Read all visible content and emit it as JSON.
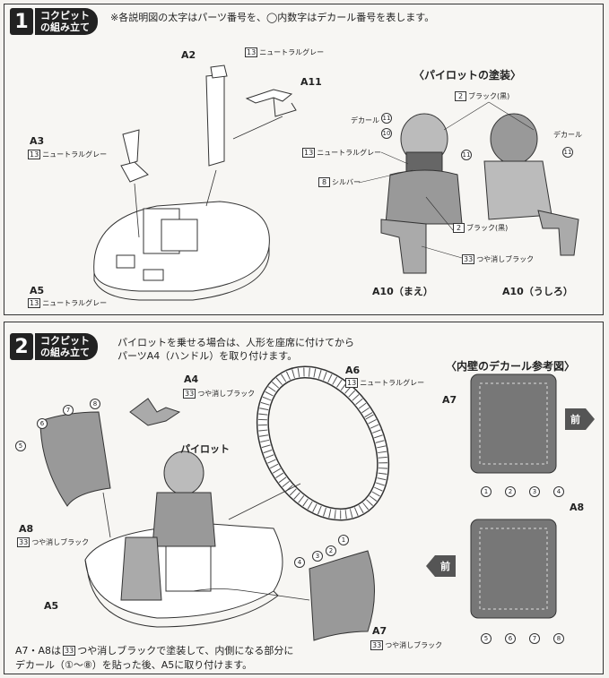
{
  "step1": {
    "number": "1",
    "title": "コクピットの組み立て",
    "note": "※各説明図の太字はパーツ番号を、◯内数字はデカール番号を表します。",
    "parts": {
      "a2": "A2",
      "a11": "A11",
      "a3": "A3",
      "a5": "A5",
      "a10_front": "A10（まえ）",
      "a10_back": "A10（うしろ）"
    },
    "paint_a2": {
      "num": "13",
      "name": "ニュートラルグレー"
    },
    "paint_a3": {
      "num": "13",
      "name": "ニュートラルグレー"
    },
    "paint_a5": {
      "num": "13",
      "name": "ニュートラルグレー"
    },
    "pilot_title": "〈パイロットの塗装〉",
    "pilot": {
      "black_top": {
        "num": "2",
        "name": "ブラック(黒)"
      },
      "decal_left": "デカール",
      "decal_num1": "11",
      "decal_num2": "10",
      "decal_num3": "11",
      "decal_right": "デカール",
      "decal_right_num": "11",
      "gray": {
        "num": "13",
        "name": "ニュートラルグレー"
      },
      "silver": {
        "num": "8",
        "name": "シルバー"
      },
      "black_bottom": {
        "num": "2",
        "name": "ブラック(黒)"
      },
      "flat": {
        "num": "33",
        "name": "つや消しブラック"
      }
    }
  },
  "step2": {
    "number": "2",
    "title": "コクピットの組み立て",
    "note_line1": "パイロットを乗せる場合は、人形を座席に付けてから",
    "note_line2": "パーツA4（ハンドル）を取り付けます。",
    "parts": {
      "a4": "A4",
      "a6": "A6",
      "a7_top": "A7",
      "a8": "A8",
      "a5": "A5",
      "a7_bottom": "A7"
    },
    "paint_a4": {
      "num": "33",
      "name": "つや消しブラック"
    },
    "paint_a6": {
      "num": "13",
      "name": "ニュートラルグレー"
    },
    "paint_a8": {
      "num": "33",
      "name": "つや消しブラック"
    },
    "paint_a7": {
      "num": "33",
      "name": "つや消しブラック"
    },
    "pilot_label": "パイロット",
    "decals_a8_left": [
      "5",
      "6",
      "7",
      "8"
    ],
    "decals_a7_right": [
      "4",
      "3",
      "2",
      "1"
    ],
    "ref_title": "〈内壁のデカール参考図〉",
    "ref_a7": "A7",
    "ref_a8": "A8",
    "front": "前",
    "ref_a7_decals": [
      "1",
      "2",
      "3",
      "4"
    ],
    "ref_a8_decals": [
      "5",
      "6",
      "7",
      "8"
    ],
    "bottom_line1_pre": "A7・A8は",
    "bottom_line1_num": "33",
    "bottom_line1_post": "つや消しブラックで塗装して、内側になる部分に",
    "bottom_line2": "デカール（①〜⑧）を貼った後、A5に取り付けます。"
  }
}
